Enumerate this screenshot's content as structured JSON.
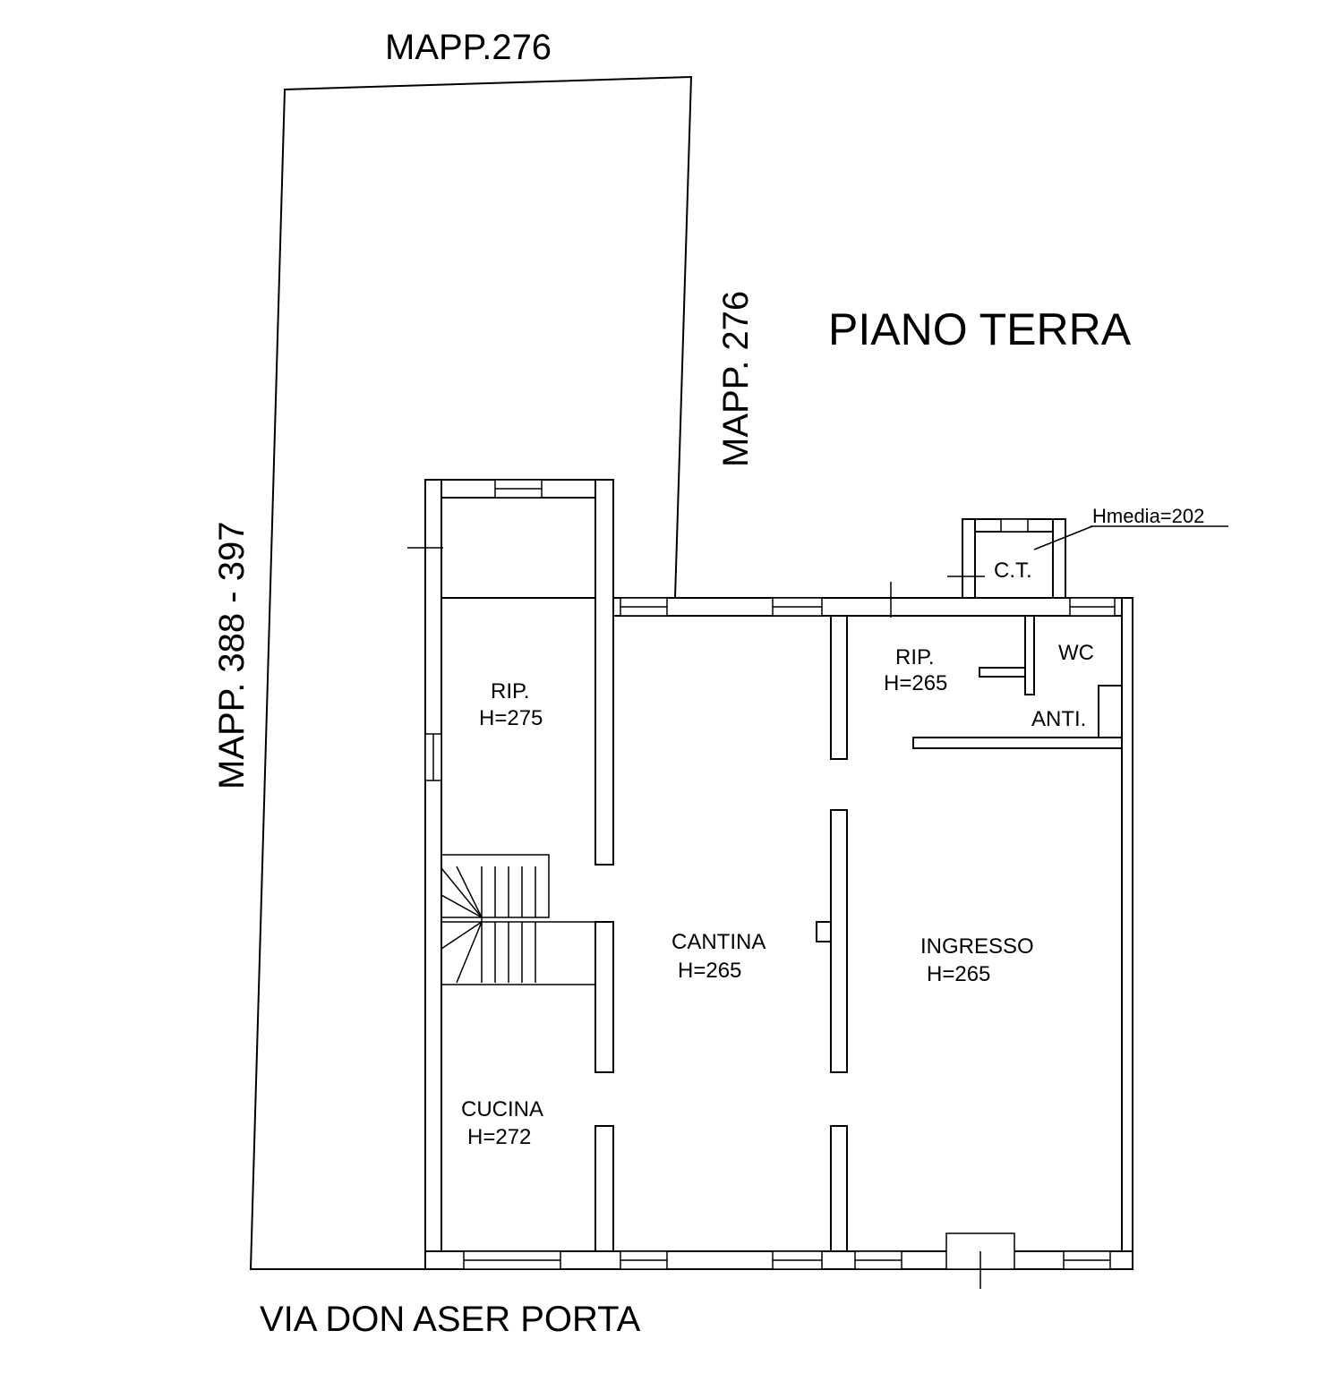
{
  "title": "PIANO TERRA",
  "street": "VIA DON ASER PORTA",
  "boundaries": {
    "top": "MAPP.276",
    "right": "MAPP. 276",
    "left": "MAPP. 388 - 397"
  },
  "rooms": [
    {
      "id": "rip-1",
      "name": "RIP.",
      "height": "H=275"
    },
    {
      "id": "cucina",
      "name": "CUCINA",
      "height": "H=272"
    },
    {
      "id": "cantina",
      "name": "CANTINA",
      "height": "H=265"
    },
    {
      "id": "ingresso",
      "name": "INGRESSO",
      "height": "H=265"
    },
    {
      "id": "rip-2",
      "name": "RIP.",
      "height": "H=265"
    },
    {
      "id": "wc",
      "name": "WC",
      "height": ""
    },
    {
      "id": "anti",
      "name": "ANTI.",
      "height": ""
    },
    {
      "id": "ct",
      "name": "C.T.",
      "height": ""
    }
  ],
  "annotation": "Hmedia=202"
}
